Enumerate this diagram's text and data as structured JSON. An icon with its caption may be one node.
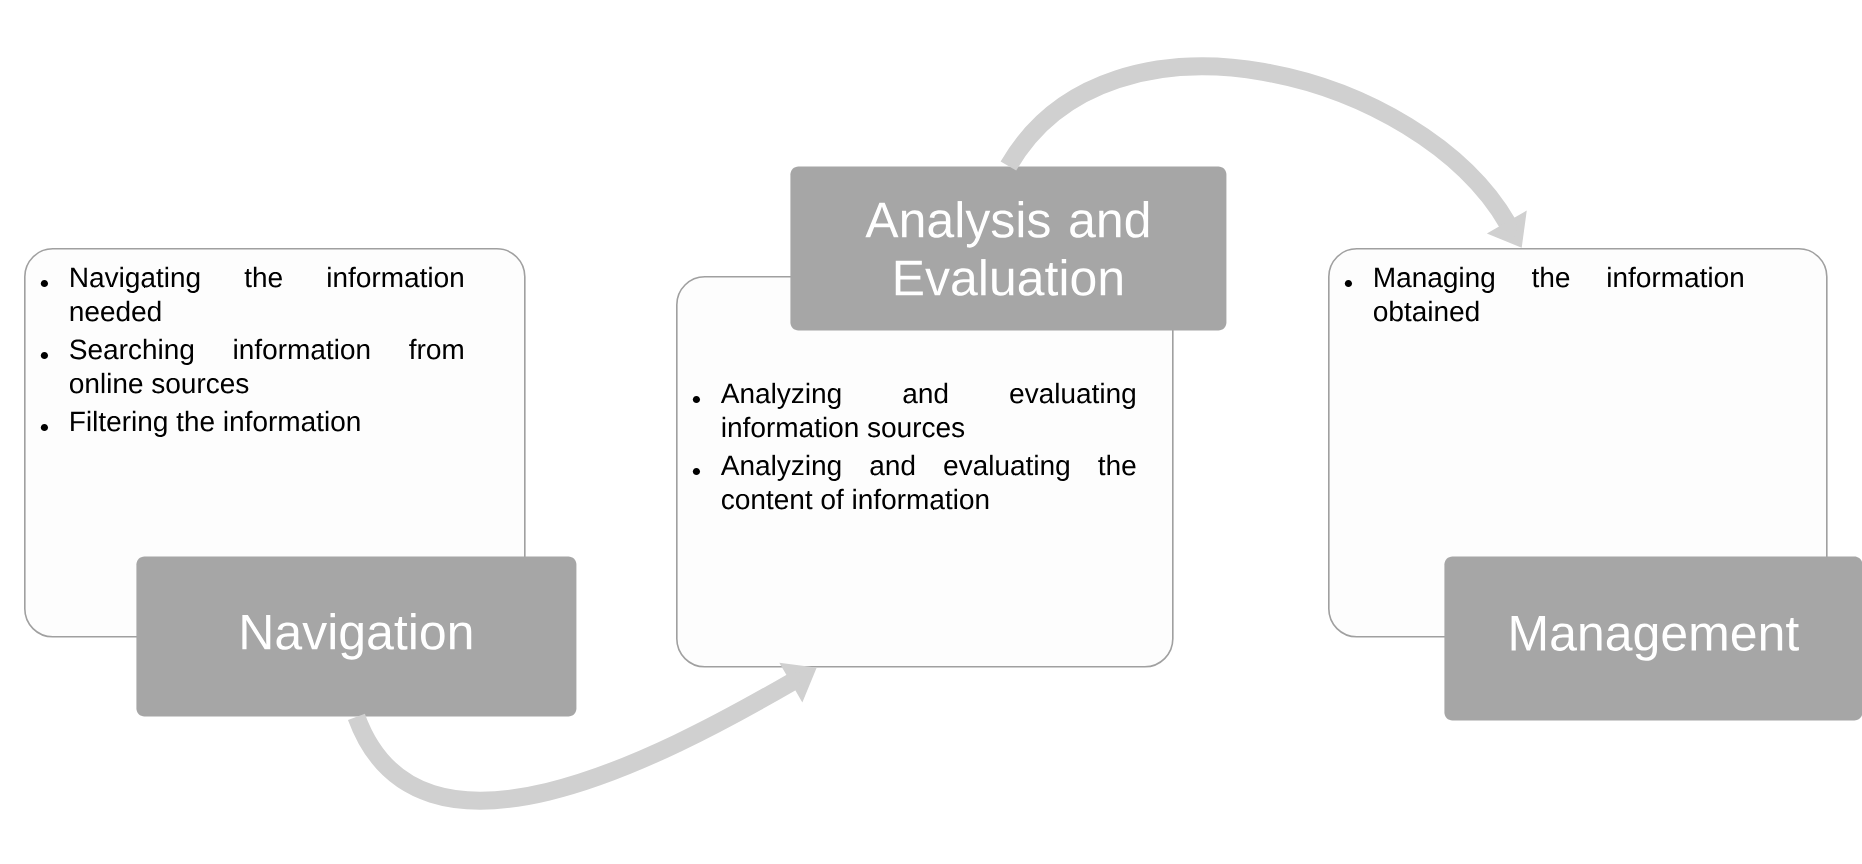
{
  "diagram": {
    "nodes": [
      {
        "text": [
          "Navigating the information needed",
          "Searching information from online sources",
          "Filtering the information"
        ]
      },
      {
        "text": [
          "Navigation"
        ]
      },
      {
        "text": [
          "Analysis and Evaluation"
        ]
      },
      {
        "text": [
          "Analyzing and evaluating information sources",
          "Analyzing and evaluating the content of information"
        ]
      },
      {
        "text": [
          "Managing the information obtained"
        ]
      },
      {
        "text": [
          "Management"
        ]
      }
    ],
    "edges": [
      {
        "from": 1,
        "to": 3,
        "arrow": "to"
      },
      {
        "from": 2,
        "to": 4,
        "arrow": "to"
      }
    ]
  }
}
